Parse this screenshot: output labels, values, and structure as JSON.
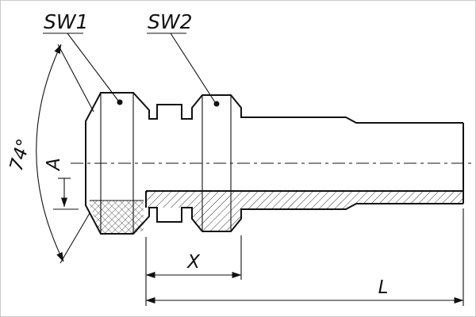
{
  "drawing": {
    "labels": {
      "sw1": "SW1",
      "sw2": "SW2",
      "angle": "74°",
      "dim_a": "A",
      "dim_x": "X",
      "dim_l": "L"
    },
    "colors": {
      "line": "#111111",
      "background": "#ffffff"
    }
  }
}
